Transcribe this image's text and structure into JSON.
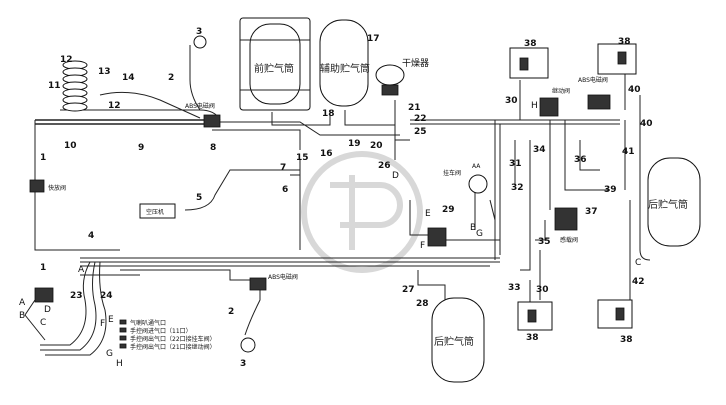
{
  "tanks": {
    "front": "前贮气筒",
    "aux": "辅助贮气筒",
    "rear_upper": "后贮气筒",
    "rear_lower": "后贮气筒"
  },
  "components": {
    "dryer": "干燥器",
    "abs_valve_top": "ABS电磁阀",
    "abs_valve_right": "ABS电磁阀",
    "abs_valve_bottom": "ABS电磁阀",
    "quick_release": "快放阀",
    "air_filter": "空压机",
    "relay_valve": "继动阀",
    "trailer_valve": "挂车阀",
    "sense_valve": "感载阀",
    "gauge_a": "AA"
  },
  "legend": [
    "气喇叭通气口",
    "手控阀进气口（11口）",
    "手控阀出气口（22口接挂车阀）",
    "手控阀出气口（21口接继动阀）"
  ],
  "part_numbers": [
    "1",
    "2",
    "3",
    "4",
    "5",
    "6",
    "7",
    "8",
    "9",
    "10",
    "11",
    "12",
    "13",
    "14",
    "15",
    "16",
    "17",
    "18",
    "19",
    "20",
    "21",
    "22",
    "23",
    "24",
    "25",
    "26",
    "27",
    "28",
    "29",
    "30",
    "31",
    "32",
    "33",
    "34",
    "35",
    "36",
    "37",
    "38",
    "39",
    "40",
    "41",
    "42"
  ],
  "letters": [
    "A",
    "B",
    "C",
    "D",
    "E",
    "F",
    "G",
    "H"
  ]
}
